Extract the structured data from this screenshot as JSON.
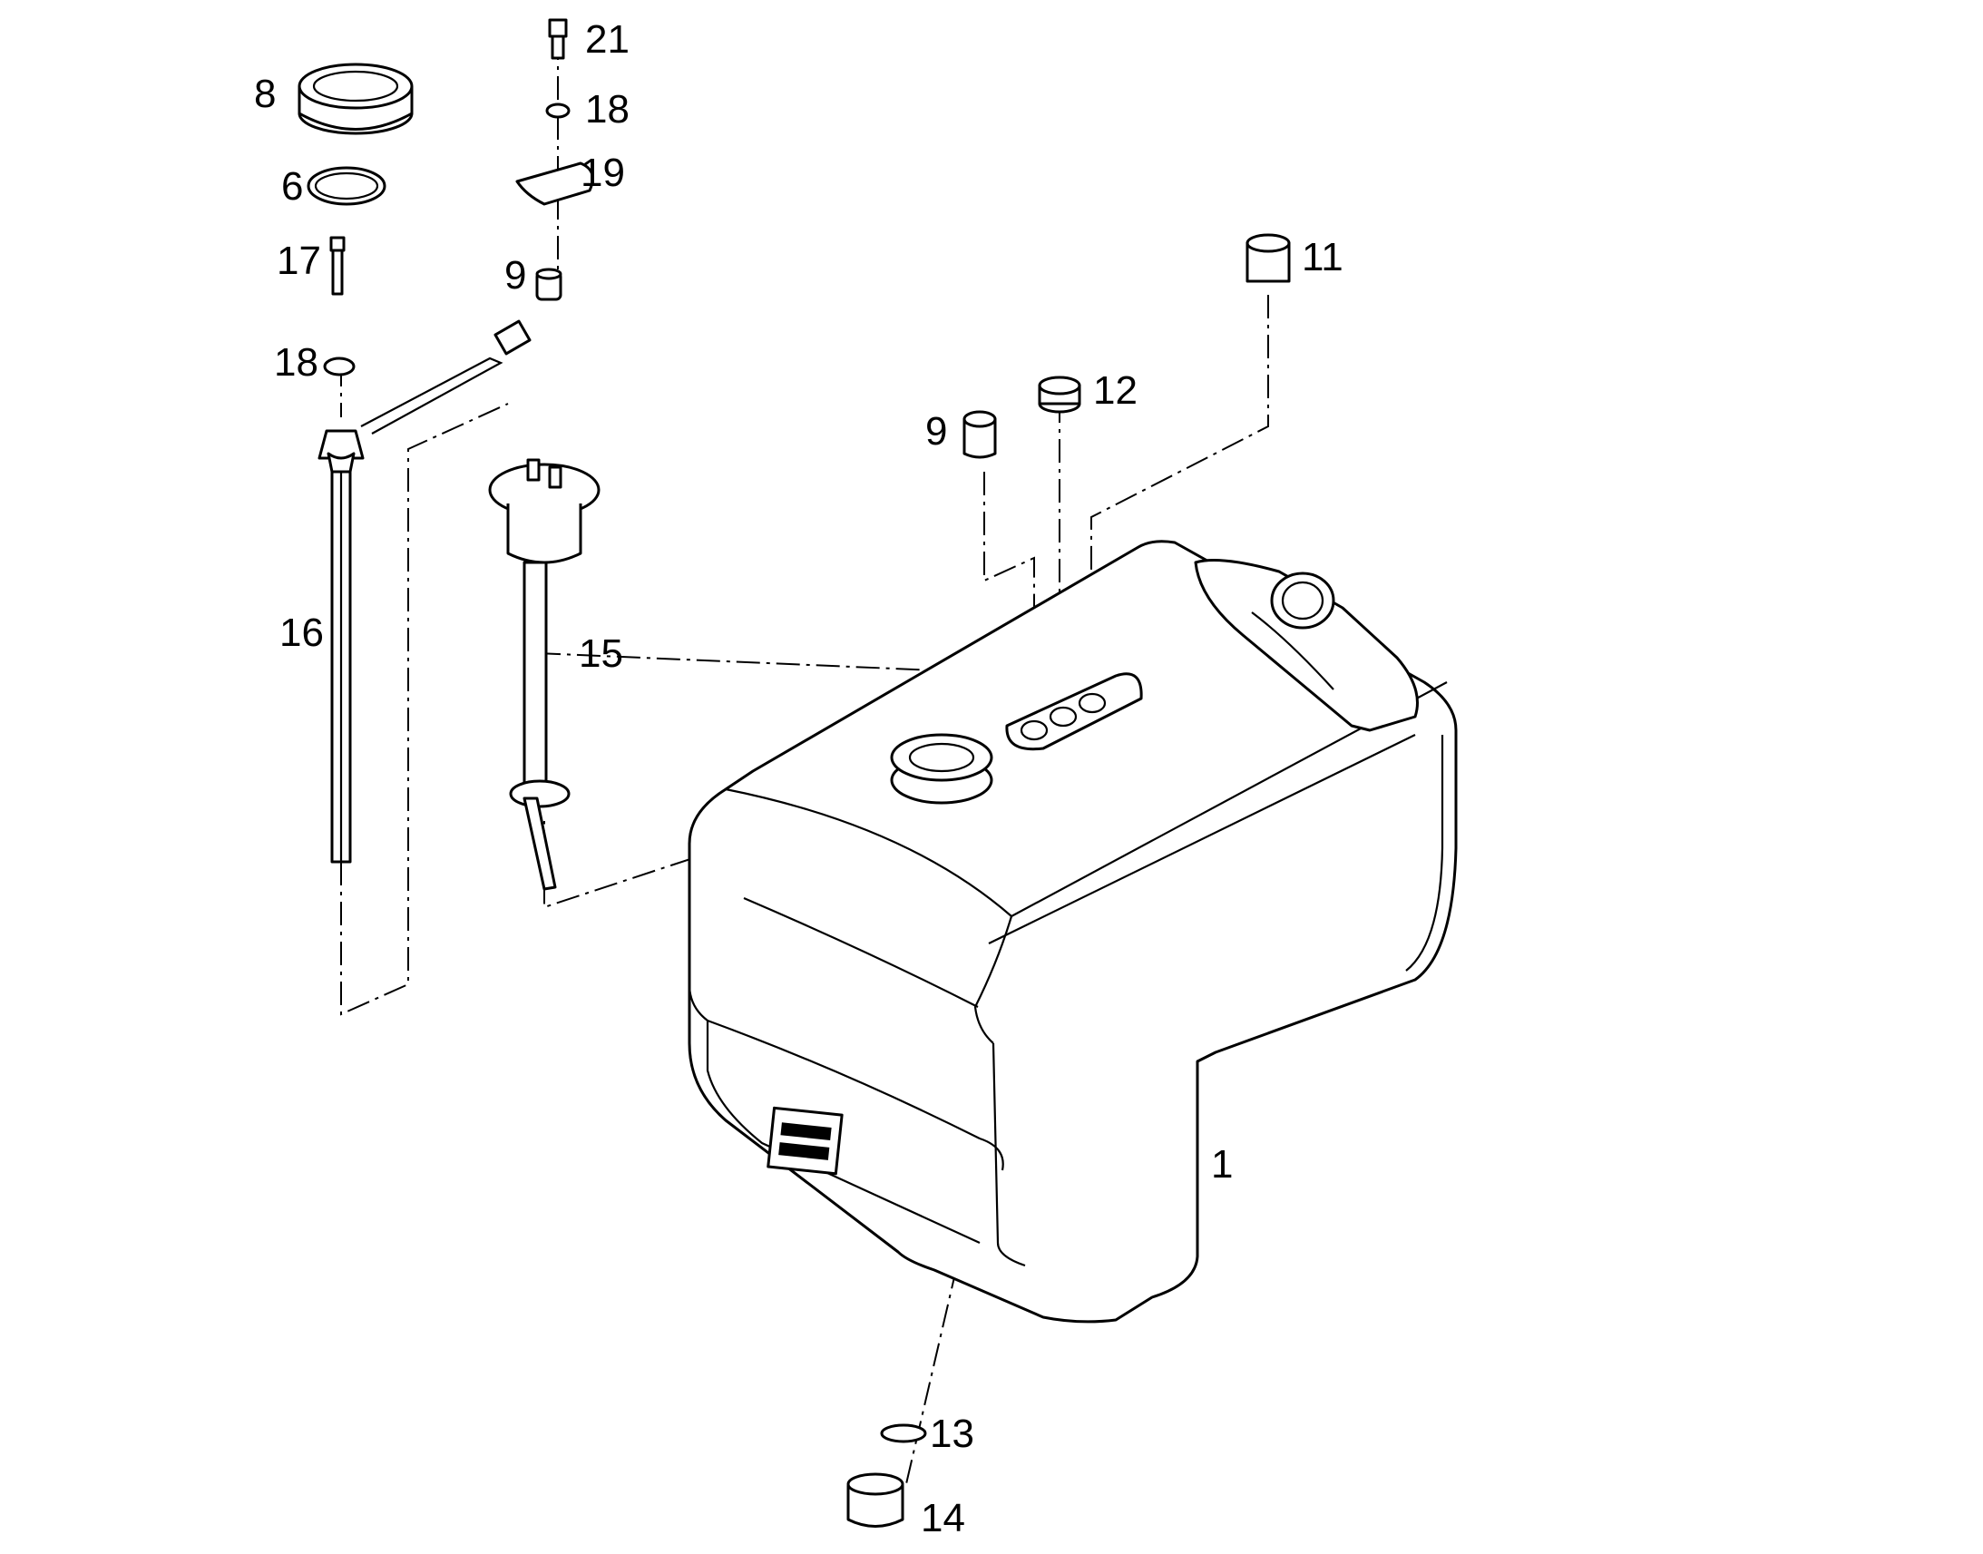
{
  "diagram": {
    "type": "exploded-parts-view",
    "callouts": [
      "21",
      "18",
      "8",
      "19",
      "6",
      "17",
      "9",
      "11",
      "18",
      "12",
      "9",
      "16",
      "15",
      "1",
      "13",
      "14"
    ]
  }
}
